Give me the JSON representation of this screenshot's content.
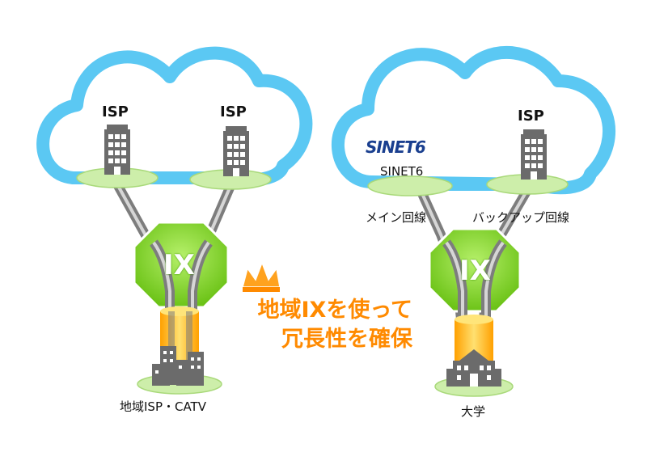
{
  "left": {
    "isp_left_label": "ISP",
    "isp_right_label": "ISP",
    "ix_label": "IX",
    "bottom_label": "地域ISP・CATV"
  },
  "right": {
    "logo_text": "SINET6",
    "sinet_label": "SINET6",
    "isp_label": "ISP",
    "main_line_label": "メイン回線",
    "backup_line_label": "バックアップ回線",
    "ix_label": "IX",
    "bottom_label": "大学"
  },
  "callout": {
    "line1": "地域IXを使って",
    "line2": "冗長性を確保"
  },
  "colors": {
    "cloud": "#5bc8f3",
    "node_ellipse": "#cdeeaa",
    "ix_green": "#7fd321",
    "pillar": "#ffb400",
    "callout_text": "#ff8a00",
    "crown": "#ffa21f",
    "building": "#6b6b6b",
    "sinet_blue": "#1a3f8f"
  },
  "icons": [
    "cloud-icon",
    "office-building-icon",
    "city-buildings-icon",
    "university-building-icon",
    "crown-icon",
    "sinet6-logo"
  ]
}
